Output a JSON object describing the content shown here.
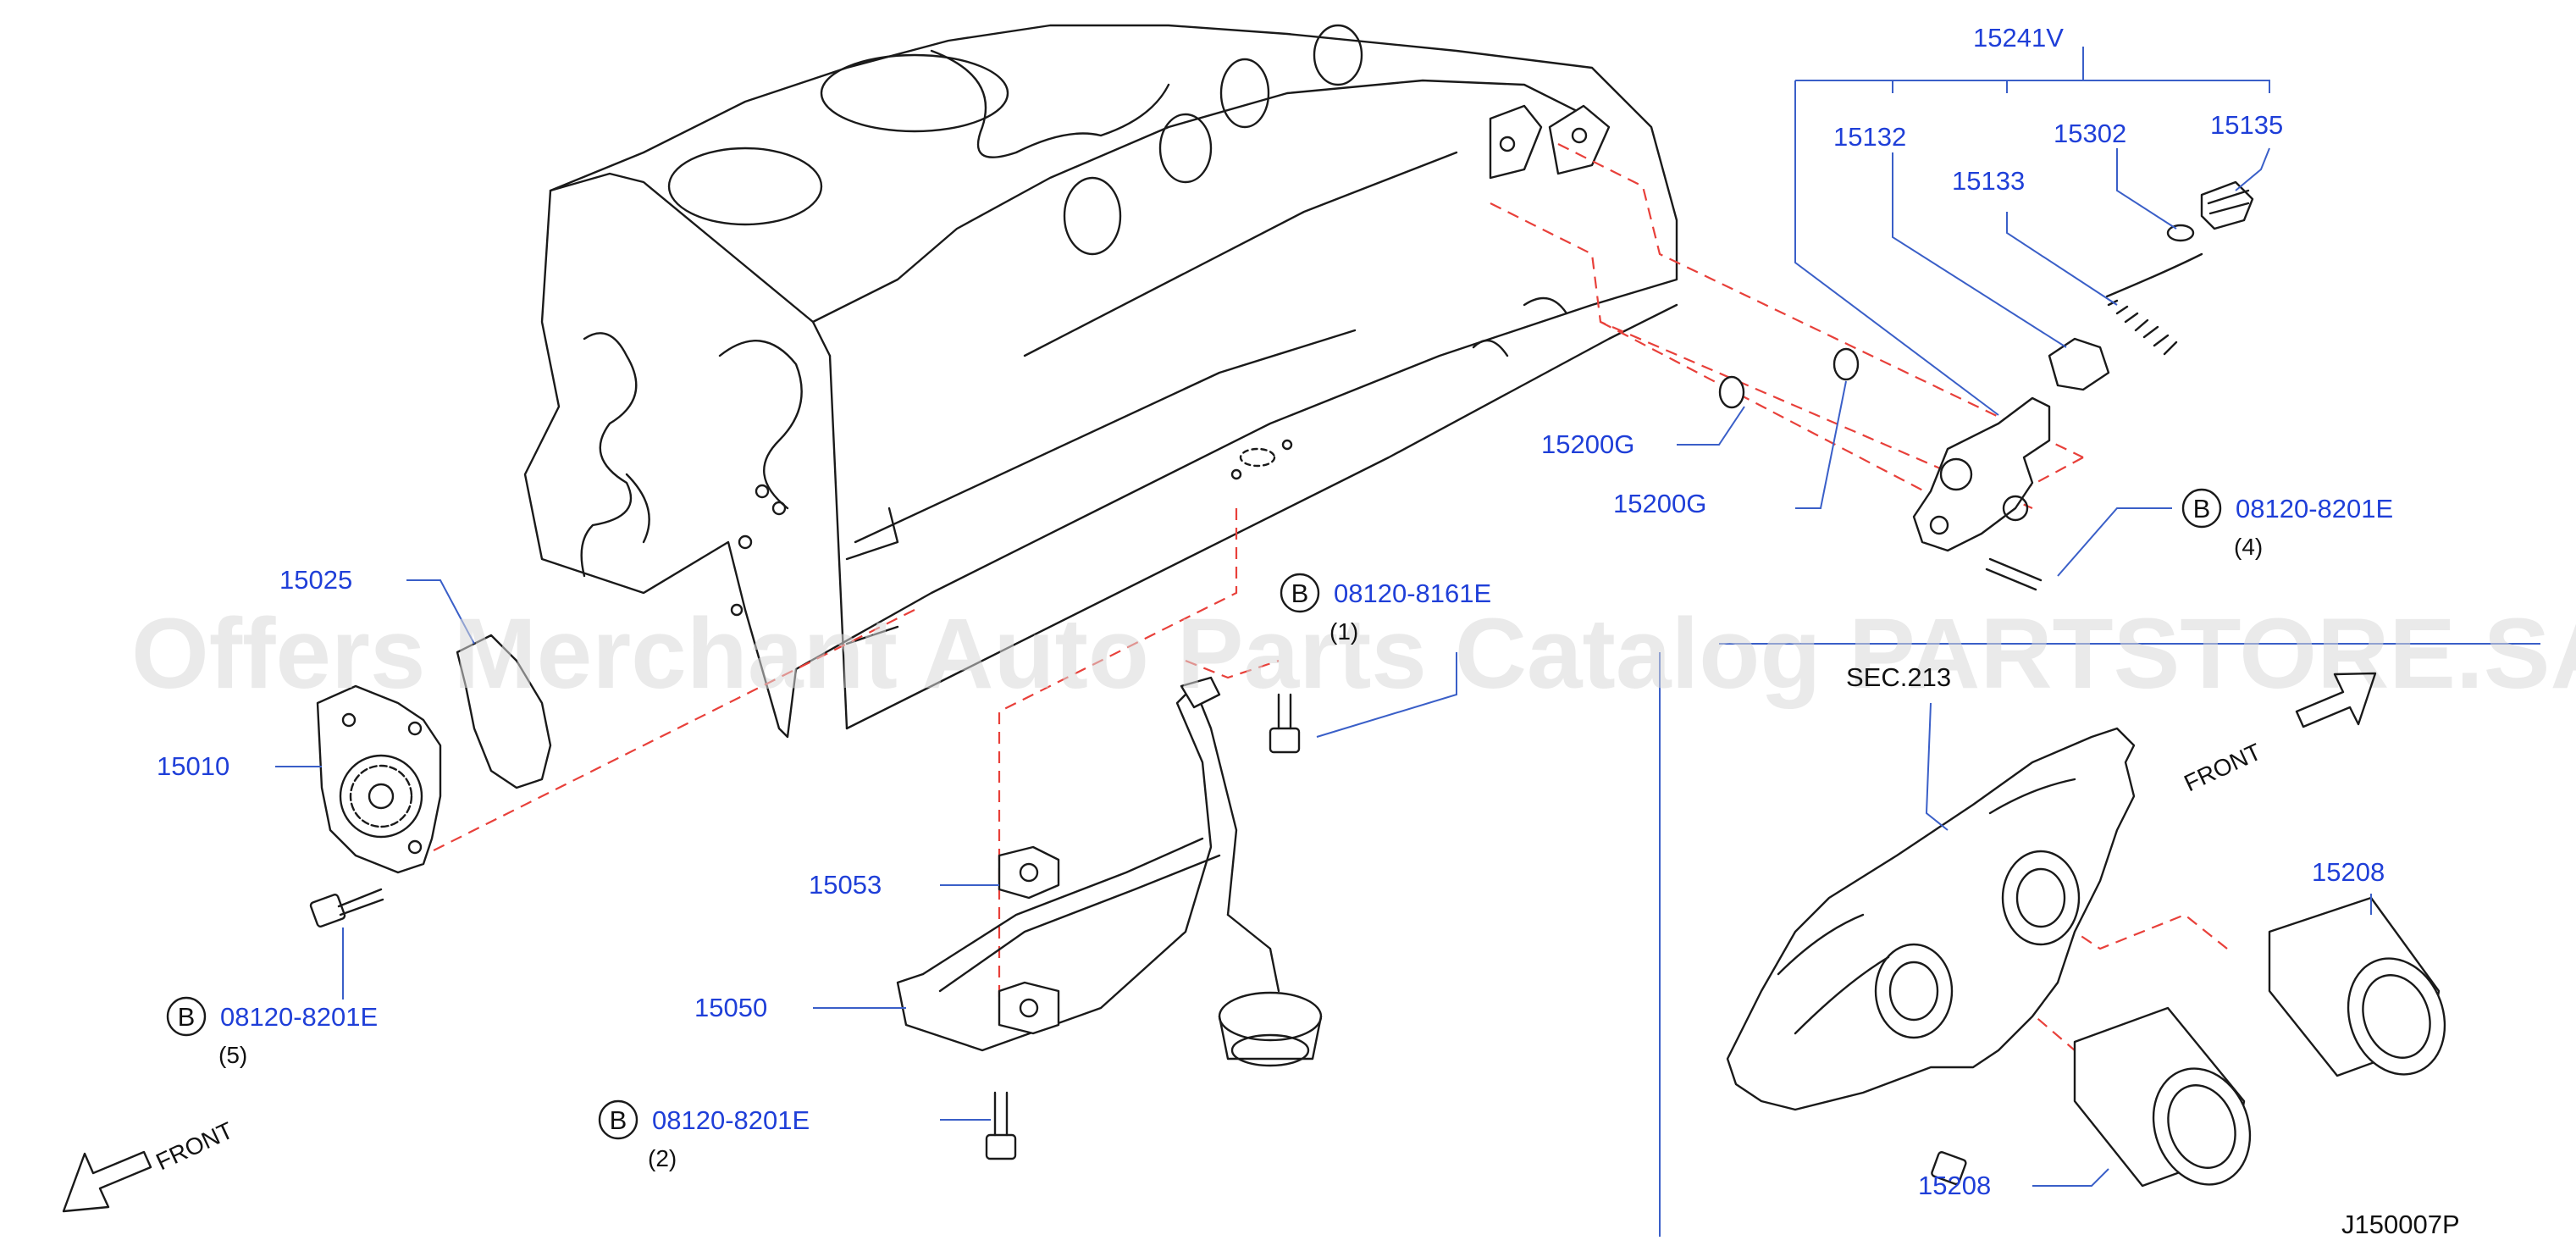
{
  "watermark": "Offers Merchant Auto Parts Catalog PARTSTORE.SA",
  "diagram_code": "J150007P",
  "section_ref": "SEC.213",
  "front_label": "FRONT",
  "bolt_symbol": "B",
  "labels": {
    "p15241V": "15241V",
    "p15132": "15132",
    "p15133": "15133",
    "p15302": "15302",
    "p15135": "15135",
    "p15200G_a": "15200G",
    "p15200G_b": "15200G",
    "p15025": "15025",
    "p15010": "15010",
    "p15053": "15053",
    "p15050": "15050",
    "p15208_a": "15208",
    "p15208_b": "15208"
  },
  "bolts": {
    "b1": {
      "part": "08120-8161E",
      "qty": "(1)"
    },
    "b2": {
      "part": "08120-8201E",
      "qty": "(2)"
    },
    "b4": {
      "part": "08120-8201E",
      "qty": "(4)"
    },
    "b5": {
      "part": "08120-8201E",
      "qty": "(5)"
    }
  },
  "colors": {
    "label_blue": "#1f3fd8",
    "leader_blue": "#3a5fc8",
    "dashed_red": "#e8403a",
    "line_art": "#1a1a1a"
  }
}
